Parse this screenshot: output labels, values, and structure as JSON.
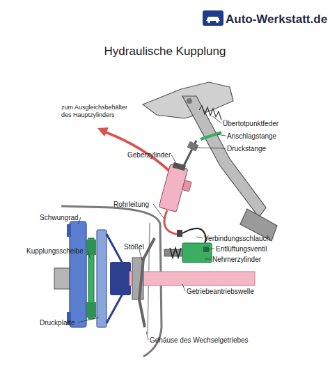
{
  "diagram": {
    "title": "Hydraulische Kupplung",
    "labels": [
      "Auto-Werkstatt.de",
      "zum Ausgleichsbehälter des Hauptzylinders",
      "Übertotpunktfeder",
      "Anschlagstange",
      "Druckstange",
      "Geberzylinder",
      "Rohrleitung",
      "Schwungrad",
      "Verbindungsschlauch",
      "Stößel",
      "Entlüftungsventil",
      "Kupplungsscheibe",
      "Nehmerzylinder",
      "Getriebeantriebswelle",
      "Druckplatte",
      "Gehäuse des Wechselgetriebes"
    ]
  }
}
